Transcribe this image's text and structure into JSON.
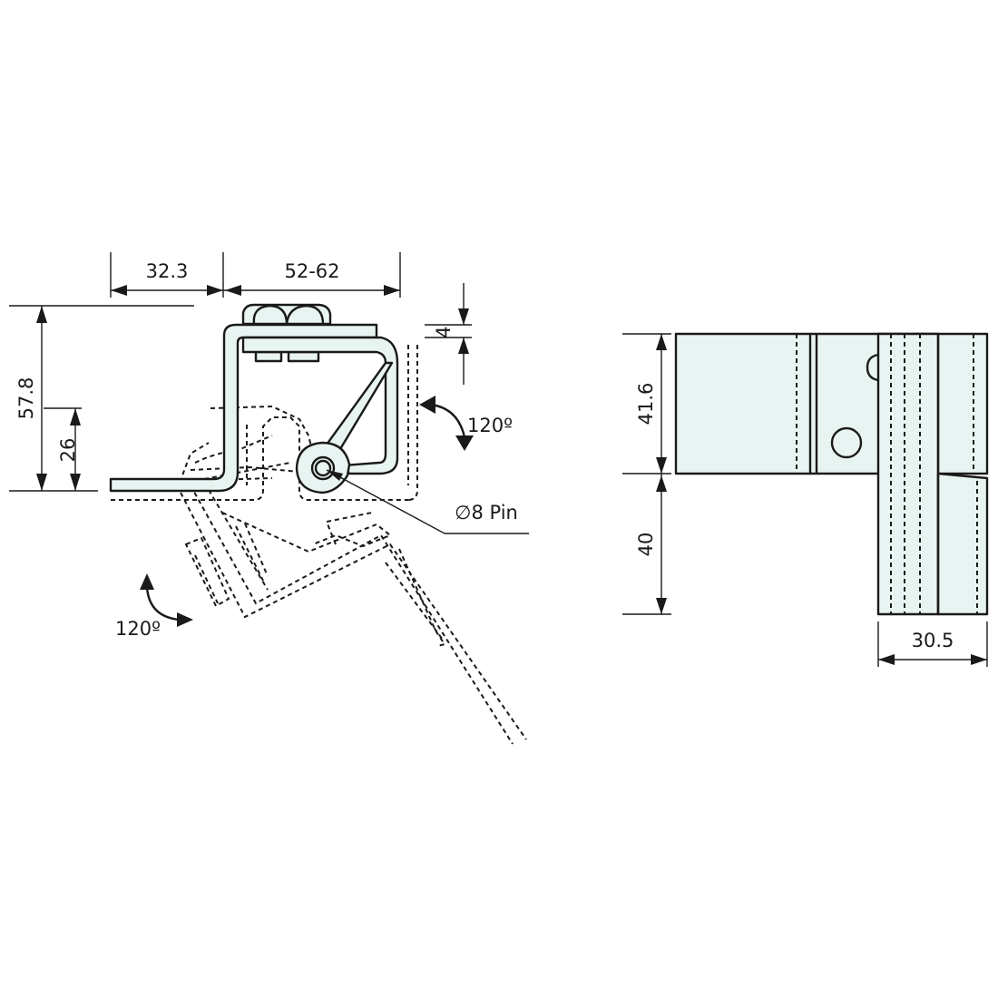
{
  "drawing": {
    "title": "Hinged bracket technical drawing",
    "colors": {
      "part_fill": "#e8f4f2",
      "line": "#1a1a1a",
      "background": "#ffffff"
    },
    "side_view": {
      "dimensions": {
        "width_left": "32.3",
        "width_right": "52-62",
        "height_total": "57.8",
        "height_lower": "26",
        "thickness": "4"
      },
      "annotations": {
        "rotation_top": "120º",
        "rotation_bottom": "120º",
        "pin": "∅8 Pin"
      }
    },
    "front_view": {
      "dimensions": {
        "height_upper": "41.6",
        "height_lower": "40",
        "width": "30.5"
      }
    }
  }
}
